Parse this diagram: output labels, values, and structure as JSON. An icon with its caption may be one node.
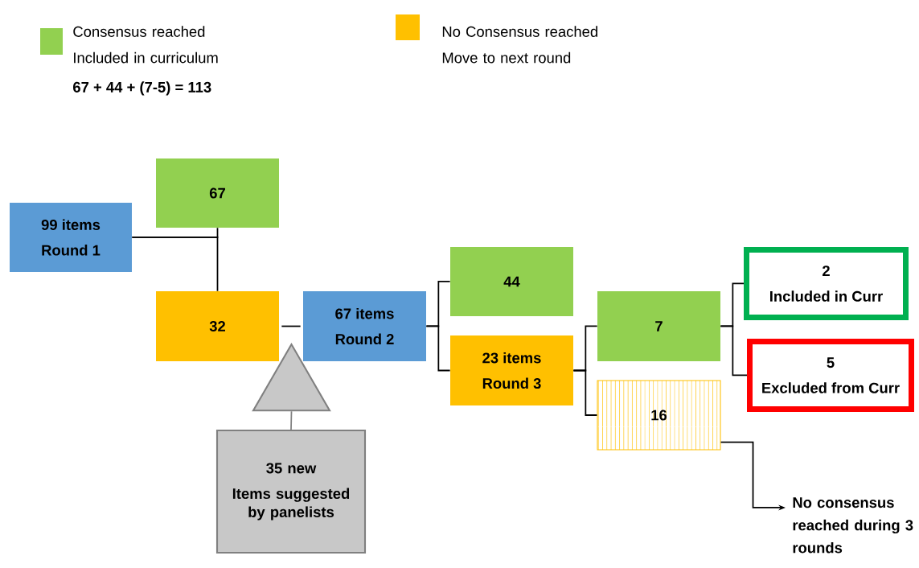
{
  "diagram": {
    "nodes": [
      {
        "text": [
          "99 items",
          "Round 1"
        ]
      },
      {
        "text": [
          "67"
        ]
      },
      {
        "text": [
          "32"
        ]
      },
      {
        "text": [
          "67 items",
          "Round 2"
        ]
      },
      {
        "text": [
          "44"
        ]
      },
      {
        "text": [
          "23 items",
          "Round 3"
        ]
      },
      {
        "text": [
          "7"
        ]
      },
      {
        "text": [
          "16"
        ]
      },
      {
        "text": [
          "2",
          "Included in Curr"
        ]
      },
      {
        "text": [
          "5",
          "Excluded from Curr"
        ]
      },
      {
        "text": [],
        "shape": "triangle"
      },
      {
        "text": [
          "35 new",
          "Items suggested by panelists"
        ]
      },
      {
        "text": [
          "No consensus reached during 3 rounds"
        ]
      }
    ],
    "edges": [
      {
        "from": 0,
        "to": 1,
        "arrow": "none"
      },
      {
        "from": 0,
        "to": 2,
        "arrow": "none"
      },
      {
        "from": 2,
        "to": 3,
        "arrow": "none"
      },
      {
        "from": 3,
        "to": 4,
        "arrow": "none"
      },
      {
        "from": 3,
        "to": 5,
        "arrow": "none"
      },
      {
        "from": 5,
        "to": 6,
        "arrow": "none"
      },
      {
        "from": 5,
        "to": 7,
        "arrow": "none"
      },
      {
        "from": 6,
        "to": 8,
        "arrow": "none"
      },
      {
        "from": 6,
        "to": 9,
        "arrow": "none"
      },
      {
        "from": 11,
        "to": 10,
        "arrow": "none",
        "color": "#808080"
      },
      {
        "from": 7,
        "to": 12,
        "arrow": "to"
      }
    ],
    "labels": [
      "67 + 44 + (7-5) = 113"
    ],
    "legend": [
      {
        "text": "Consensus reached Included in curriculum",
        "color": "#92d050"
      },
      {
        "text": "No Consensus reached Move to next round",
        "color": "#ffc000"
      }
    ]
  }
}
